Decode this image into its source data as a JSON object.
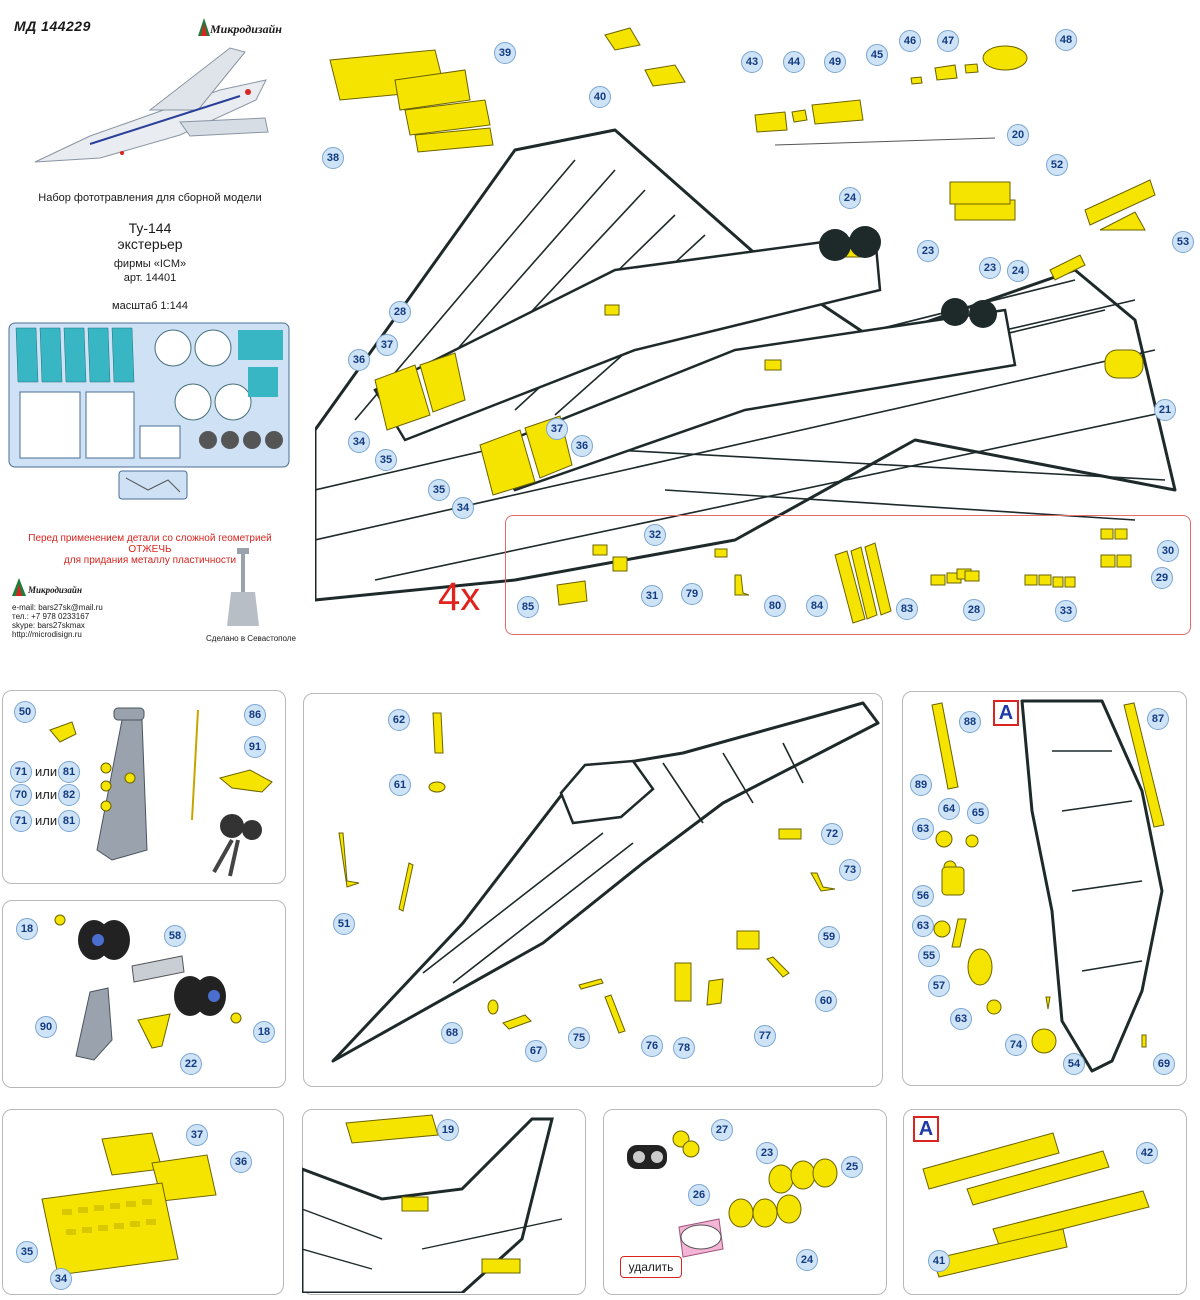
{
  "header": {
    "code": "МД 144229",
    "brand": "Микродизайн"
  },
  "info": {
    "subtitle": "Набор фототравления для сборной модели",
    "model": "Ту-144",
    "variant": "экстерьер",
    "maker": "фирмы «ICM»",
    "article": "арт. 14401",
    "scale": "масштаб 1:144"
  },
  "warning": {
    "line1": "Перед применением детали со сложной геометрией",
    "line2": "ОТЖЕЧЬ",
    "line3": "для придания металлу пластичности"
  },
  "contact": {
    "brand": "Микродизайн",
    "email": "e-mail: bars27sk@mail.ru",
    "phone": "тел.: +7 978 0233167",
    "skype": "skype: bars27skmax",
    "site": "http://microdisign.ru",
    "made_in": "Сделано в Севастополе"
  },
  "main_labels": [
    "38",
    "39",
    "40",
    "43",
    "44",
    "49",
    "45",
    "46",
    "47",
    "48",
    "20",
    "52",
    "53",
    "24",
    "23",
    "23",
    "24",
    "28",
    "36",
    "37",
    "21",
    "34",
    "35",
    "37",
    "36",
    "35",
    "34",
    "32",
    "31",
    "79",
    "80",
    "84",
    "83",
    "28",
    "33",
    "30",
    "29",
    "85"
  ],
  "multiplier": "4x",
  "gear_labels": [
    "50",
    "86",
    "91",
    "71",
    "81",
    "70",
    "82",
    "71",
    "81"
  ],
  "gear_ili": "или",
  "wheel_labels": [
    "18",
    "58",
    "90",
    "22",
    "18"
  ],
  "nose_labels": [
    "62",
    "61",
    "72",
    "73",
    "51",
    "59",
    "60",
    "68",
    "67",
    "75",
    "76",
    "78",
    "77"
  ],
  "side_labels": [
    "88",
    "87",
    "89",
    "64",
    "65",
    "63",
    "56",
    "63",
    "55",
    "57",
    "63",
    "74",
    "54",
    "69"
  ],
  "hatch_labels": [
    "37",
    "36",
    "35",
    "34"
  ],
  "tail_labels": [
    "19"
  ],
  "nozzle_labels": [
    "27",
    "23",
    "25",
    "26",
    "24"
  ],
  "nozzle_delete": "удалить",
  "a_labels": [
    "42",
    "41"
  ],
  "a_badge": "A",
  "colors": {
    "brass": "#f5e400",
    "accent_red": "#d9241f",
    "callout_fill": "#cfe3f7",
    "callout_text": "#123b80",
    "outline": "#1e2a2a"
  }
}
